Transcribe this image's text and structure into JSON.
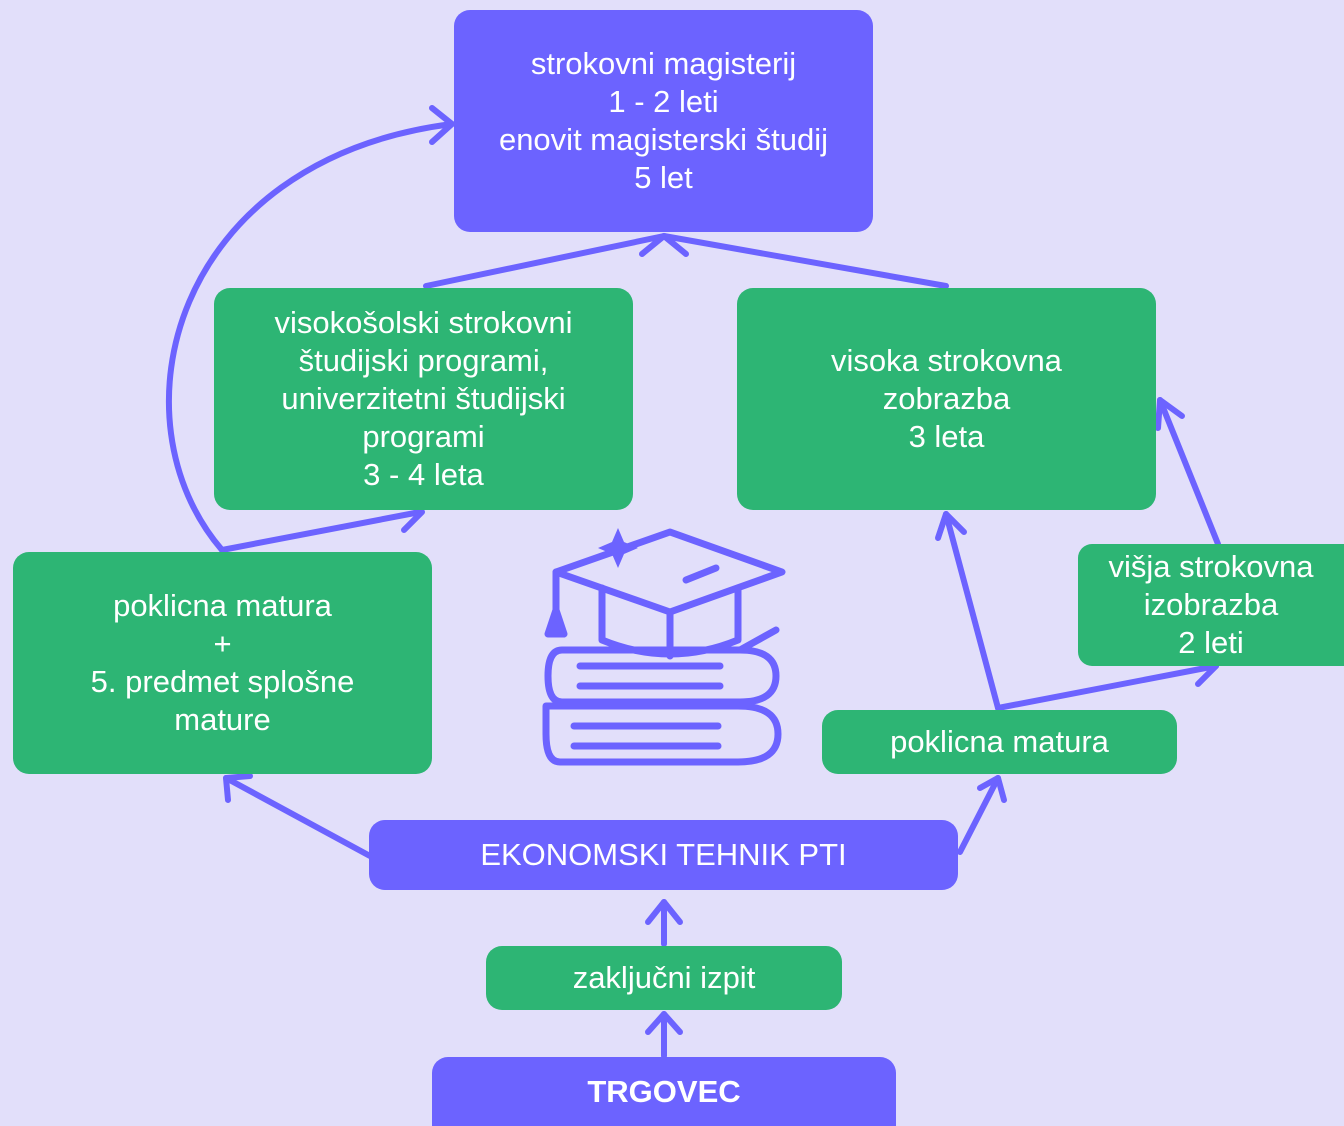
{
  "colors": {
    "background": "#e2dffa",
    "purple": "#6c63ff",
    "green": "#2db574",
    "connector": "#6c63ff"
  },
  "nodes": {
    "master": "strokovni magisterij\n1 - 2 leti\nenovit magisterski študij\n5 let",
    "university_programs": "visokošolski strokovni\nštudijski programi,\nuniverzitetni študijski\nprogrami\n3 - 4 leta",
    "higher_professional": "visoka strokovna\nzobrazba\n3 leta",
    "vocational_matura_plus": "poklicna matura\n+\n5. predmet splošne\nmature",
    "higher_vocational": "višja strokovna\nizobrazba\n2 leti",
    "vocational_matura": "poklicna matura",
    "economic_technician": "EKONOMSKI TEHNIK PTI",
    "final_exam": "zaključni izpit",
    "trader": "TRGOVEC"
  },
  "icon": "graduation-cap-books-icon"
}
